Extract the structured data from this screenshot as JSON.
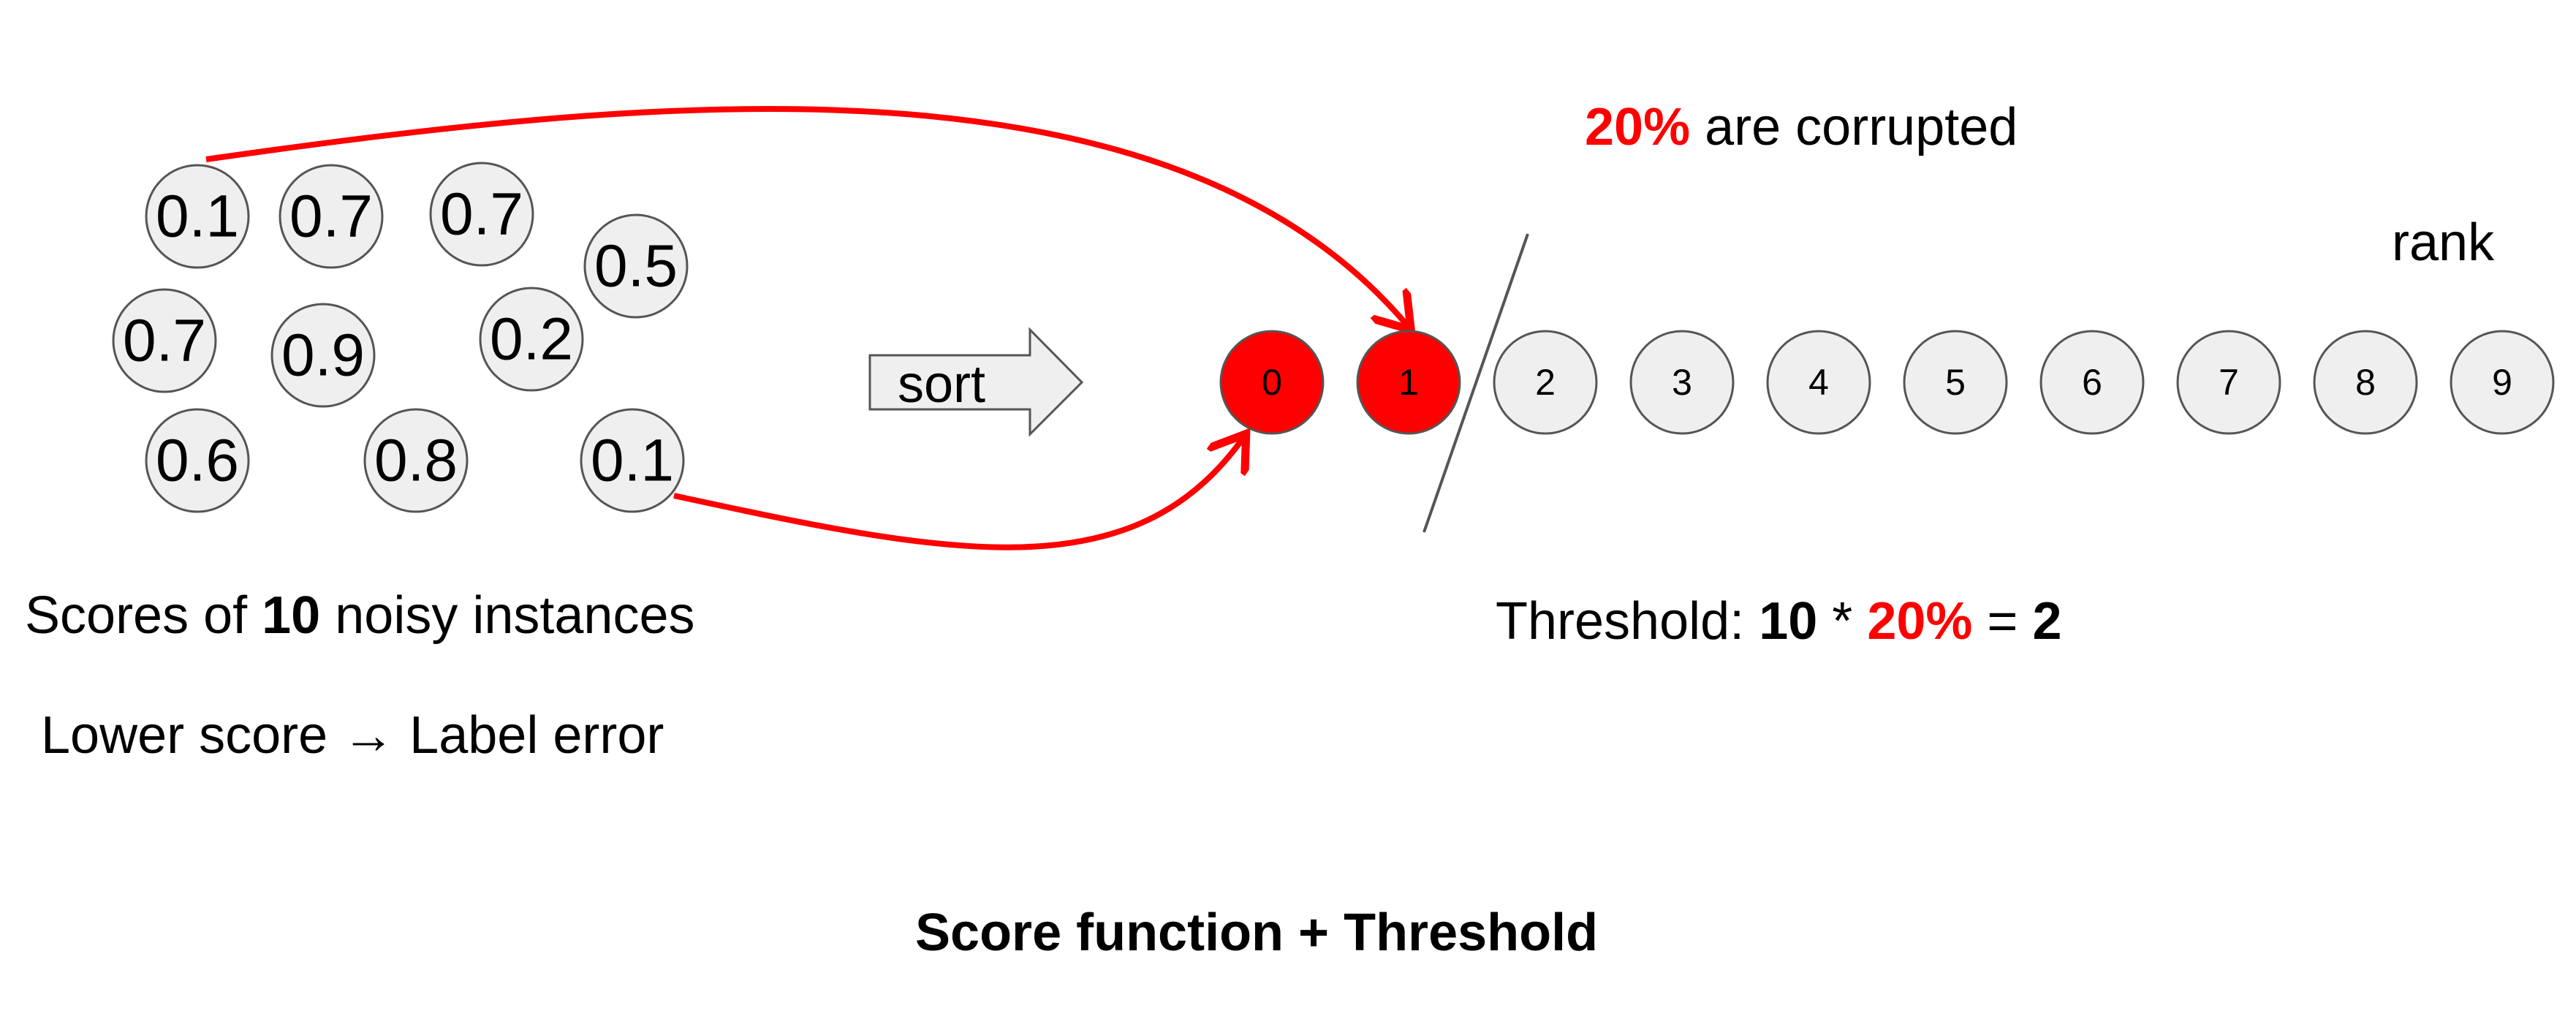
{
  "colors": {
    "corrupted": "#ff0000",
    "node_fill": "#efefef",
    "node_stroke": "#555555",
    "line": "#555555"
  },
  "scores": [
    "0.1",
    "0.7",
    "0.7",
    "0.5",
    "0.7",
    "0.9",
    "0.2",
    "0.6",
    "0.8",
    "0.1"
  ],
  "sort_label": "sort",
  "ranks": [
    "0",
    "1",
    "2",
    "3",
    "4",
    "5",
    "6",
    "7",
    "8",
    "9"
  ],
  "corrupted_ranks": 2,
  "rank_label": "rank",
  "corrupted_note": {
    "percent": "20%",
    "text": " are corrupted"
  },
  "scores_caption": {
    "prefix": "Scores of ",
    "count": "10",
    "suffix": " noisy instances"
  },
  "lower_score_note": "Lower score → Label error",
  "threshold": {
    "prefix": "Threshold: ",
    "count": "10",
    "times": " * ",
    "percent": "20%",
    "equals": " = ",
    "result": "2"
  },
  "footer_title": "Score function  + Threshold"
}
